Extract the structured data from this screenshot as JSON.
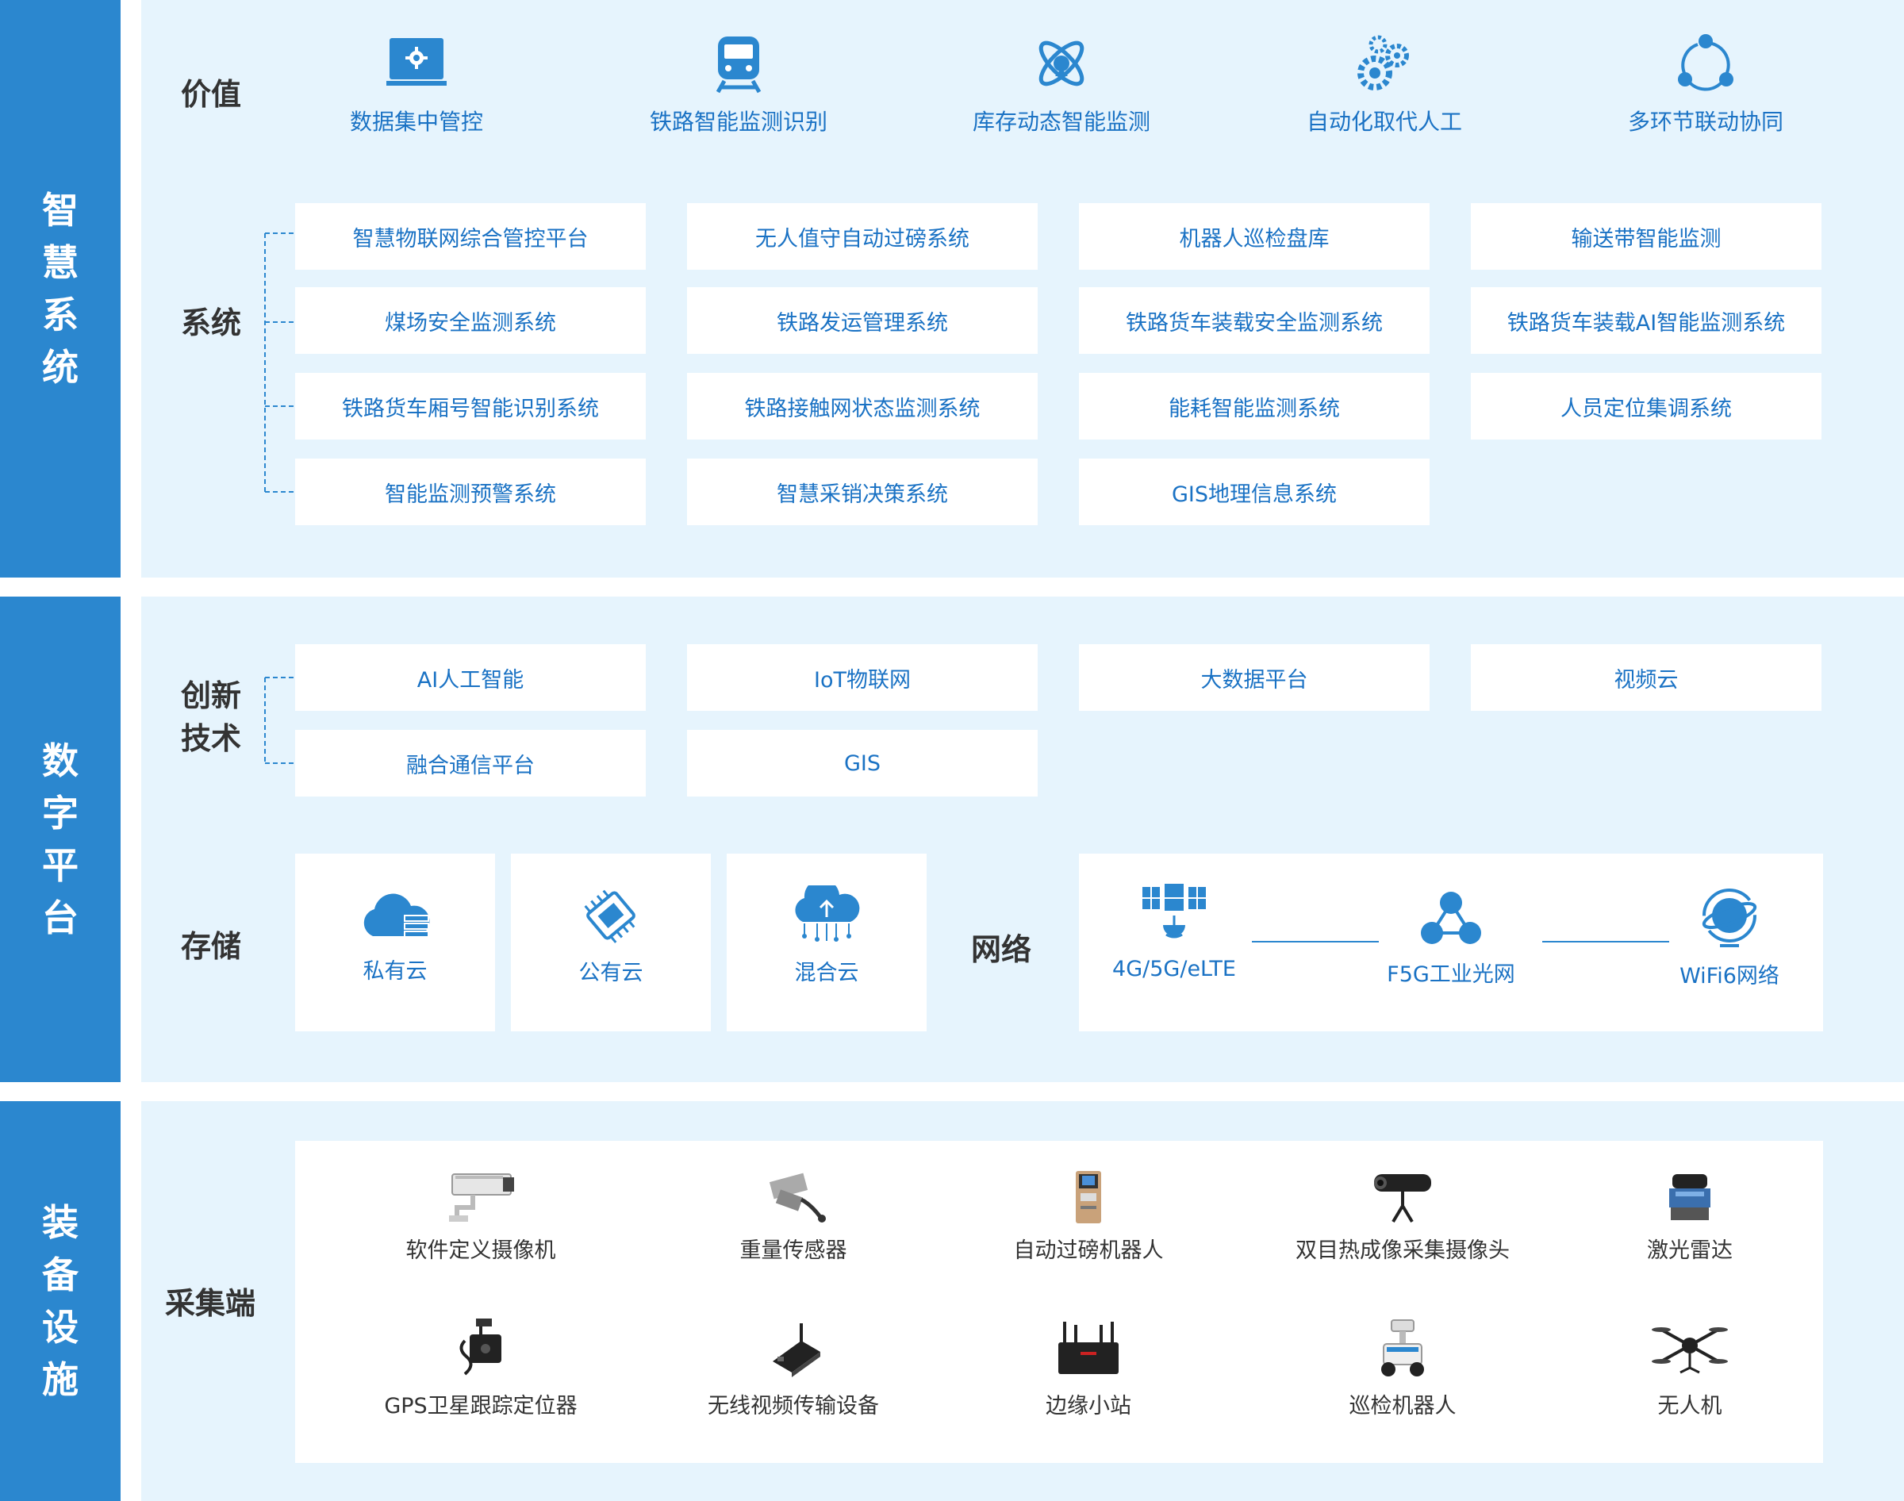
{
  "sections": {
    "s1": [
      "智",
      "慧",
      "系",
      "统"
    ],
    "s2": [
      "数",
      "字",
      "平",
      "台"
    ],
    "s3": [
      "装",
      "备",
      "设",
      "施"
    ]
  },
  "value": {
    "label": "价值",
    "items": [
      "数据集中管控",
      "铁路智能监测识别",
      "库存动态智能监测",
      "自动化取代人工",
      "多环节联动协同"
    ]
  },
  "system": {
    "label": "系统",
    "rows": [
      [
        "智慧物联网综合管控平台",
        "无人值守自动过磅系统",
        "机器人巡检盘库",
        "输送带智能监测"
      ],
      [
        "煤场安全监测系统",
        "铁路发运管理系统",
        "铁路货车装载安全监测系统",
        "铁路货车装载AI智能监测系统"
      ],
      [
        "铁路货车厢号智能识别系统",
        "铁路接触网状态监测系统",
        "能耗智能监测系统",
        "人员定位集调系统"
      ],
      [
        "智能监测预警系统",
        "智慧采销决策系统",
        "GIS地理信息系统"
      ]
    ]
  },
  "innovation": {
    "label": [
      "创新",
      "技术"
    ],
    "rows": [
      [
        "AI人工智能",
        "IoT物联网",
        "大数据平台",
        "视频云"
      ],
      [
        "融合通信平台",
        "GIS"
      ]
    ]
  },
  "storage": {
    "label": "存储",
    "items": [
      "私有云",
      "公有云",
      "混合云"
    ]
  },
  "network": {
    "label": "网络",
    "items": [
      "4G/5G/eLTE",
      "F5G工业光网",
      "WiFi6网络"
    ]
  },
  "equipment": {
    "label": "采集端",
    "row1": [
      "软件定义摄像机",
      "重量传感器",
      "自动过磅机器人",
      "双目热成像采集摄像头",
      "激光雷达"
    ],
    "row2": [
      "GPS卫星跟踪定位器",
      "无线视频传输设备",
      "边缘小站",
      "巡检机器人",
      "无人机"
    ]
  },
  "colors": {
    "accent": "#2b87cf",
    "panel": "#e6f4fd",
    "box_text": "#1a72c4"
  }
}
